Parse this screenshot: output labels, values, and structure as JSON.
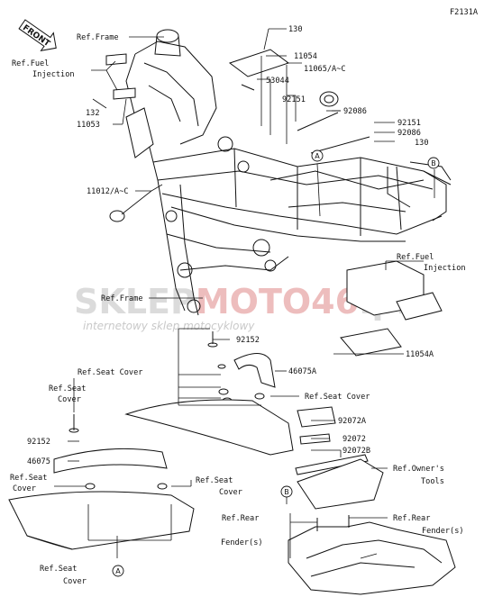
{
  "figure_code": "F2131A",
  "front_badge": "FRONT",
  "watermark": {
    "brand_a": "SKLEP",
    "brand_b": "MOTO46",
    "brand_c": ".pl",
    "tagline": "internetowy sklep motocyklowy"
  },
  "labels": {
    "ref_frame_top": "Ref.Frame",
    "ref_fuel_injection_left_1": "Ref.Fuel",
    "ref_fuel_injection_left_2": "Injection",
    "p132": "132",
    "p11053": "11053",
    "p11012": "11012/A~C",
    "p130_top": "130",
    "p11054": "11054",
    "p11065": "11065/A~C",
    "p53044": "53044",
    "p92151_a": "92151",
    "p92086_a": "92086",
    "p92151_b": "92151",
    "p92086_b": "92086",
    "p130_mid": "130",
    "ref_fuel_injection_right_1": "Ref.Fuel",
    "ref_fuel_injection_right_2": "Injection",
    "ref_frame_mid": "Ref.Frame",
    "p11054a": "11054A",
    "p92152_top": "92152",
    "ref_seat_cover_1": "Ref.Seat Cover",
    "p46075a": "46075A",
    "ref_seat_cover_2": "Ref.Seat Cover",
    "ref_seat_cover_3_1": "Ref.Seat",
    "ref_seat_cover_3_2": "Cover",
    "p92072a": "92072A",
    "p92152_left": "92152",
    "p92072": "92072",
    "p92072b": "92072B",
    "p46075": "46075",
    "ref_owners_tools_1": "Ref.Owner's",
    "ref_owners_tools_2": "Tools",
    "ref_seat_cover_4_1": "Ref.Seat",
    "ref_seat_cover_4_2": "Cover",
    "ref_seat_cover_5_1": "Ref.Seat",
    "ref_seat_cover_5_2": "Cover",
    "ref_rear_fender_left_1": "Ref.Rear",
    "ref_rear_fender_left_2": "Fender(s)",
    "ref_rear_fender_right_1": "Ref.Rear",
    "ref_rear_fender_right_2": "Fender(s)",
    "ref_seat_cover_6_1": "Ref.Seat",
    "ref_seat_cover_6_2": "Cover"
  },
  "callouts": {
    "a": "A",
    "b": "B"
  }
}
